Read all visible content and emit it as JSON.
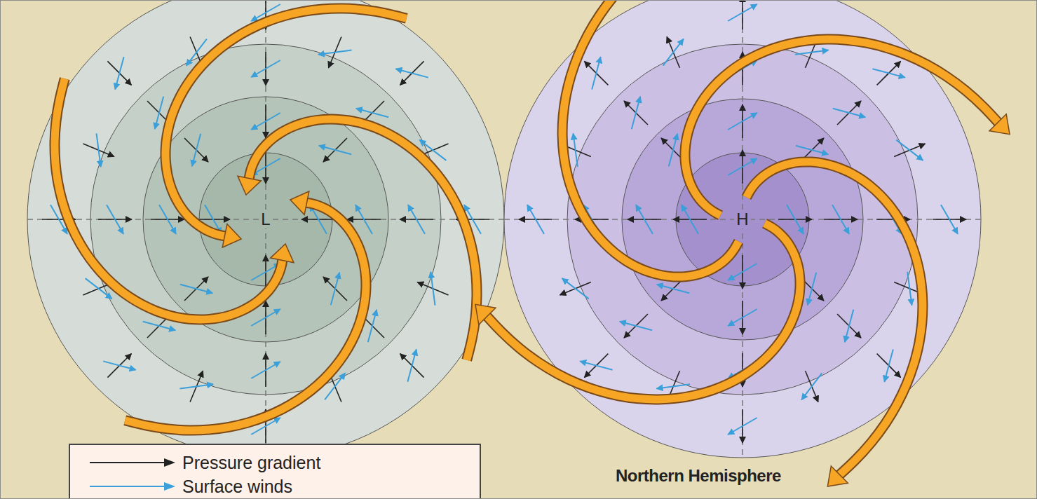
{
  "diagram": {
    "nodes": [
      {
        "text": [
          "L"
        ]
      },
      {
        "text": [
          "H"
        ]
      }
    ],
    "labels": [
      "Northern Hemisphere"
    ],
    "legend": [
      {
        "text": "Pressure gradient"
      },
      {
        "text": "Surface winds"
      }
    ]
  }
}
